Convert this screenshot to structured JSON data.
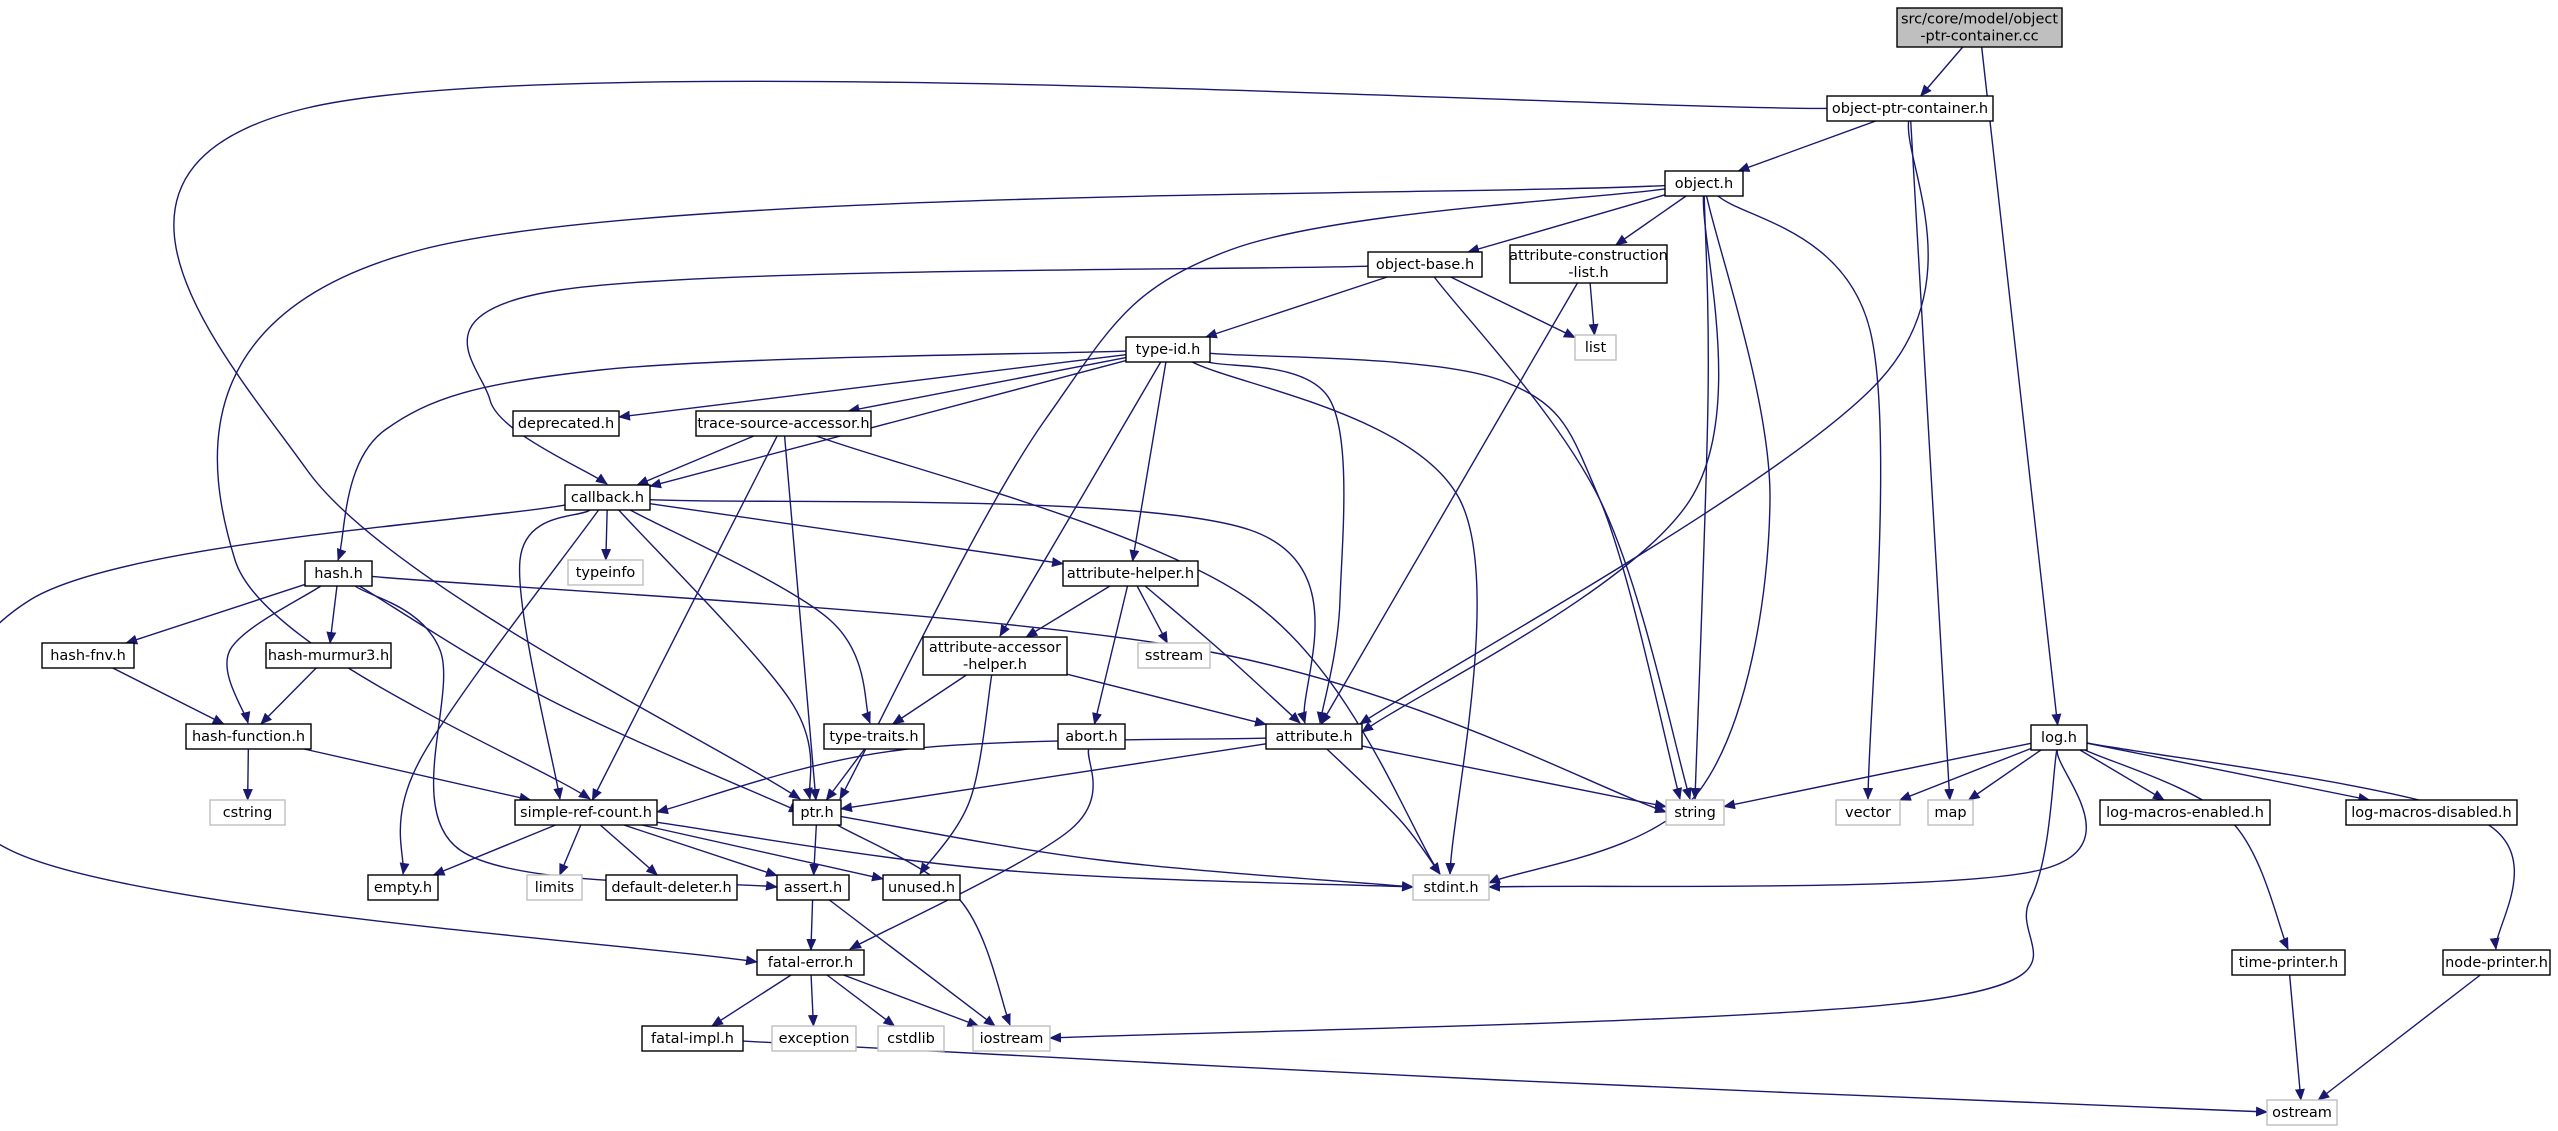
{
  "graph": {
    "nodes": [
      {
        "id": "root",
        "kind": "root",
        "lines": [
          "src/core/model/object",
          "-ptr-container.cc"
        ]
      },
      {
        "id": "opc",
        "kind": "file",
        "lines": [
          "object-ptr-container.h"
        ]
      },
      {
        "id": "log",
        "kind": "file",
        "lines": [
          "log.h"
        ]
      },
      {
        "id": "object",
        "kind": "file",
        "lines": [
          "object.h"
        ]
      },
      {
        "id": "objectbase",
        "kind": "file",
        "lines": [
          "object-base.h"
        ]
      },
      {
        "id": "acl",
        "kind": "file",
        "lines": [
          "attribute-construction",
          "-list.h"
        ]
      },
      {
        "id": "list",
        "kind": "sys",
        "lines": [
          "list"
        ]
      },
      {
        "id": "typeid",
        "kind": "file",
        "lines": [
          "type-id.h"
        ]
      },
      {
        "id": "deprecated",
        "kind": "file",
        "lines": [
          "deprecated.h"
        ]
      },
      {
        "id": "tsa",
        "kind": "file",
        "lines": [
          "trace-source-accessor.h"
        ]
      },
      {
        "id": "callback",
        "kind": "file",
        "lines": [
          "callback.h"
        ]
      },
      {
        "id": "typeinfo",
        "kind": "sys",
        "lines": [
          "typeinfo"
        ]
      },
      {
        "id": "hash",
        "kind": "file",
        "lines": [
          "hash.h"
        ]
      },
      {
        "id": "attrhelper",
        "kind": "file",
        "lines": [
          "attribute-helper.h"
        ]
      },
      {
        "id": "hashfnv",
        "kind": "file",
        "lines": [
          "hash-fnv.h"
        ]
      },
      {
        "id": "hashmurmur",
        "kind": "file",
        "lines": [
          "hash-murmur3.h"
        ]
      },
      {
        "id": "sstream",
        "kind": "sys",
        "lines": [
          "sstream"
        ]
      },
      {
        "id": "aah",
        "kind": "file",
        "lines": [
          "attribute-accessor",
          "-helper.h"
        ]
      },
      {
        "id": "hashfunc",
        "kind": "file",
        "lines": [
          "hash-function.h"
        ]
      },
      {
        "id": "typetraits",
        "kind": "file",
        "lines": [
          "type-traits.h"
        ]
      },
      {
        "id": "abort",
        "kind": "file",
        "lines": [
          "abort.h"
        ]
      },
      {
        "id": "attribute",
        "kind": "file",
        "lines": [
          "attribute.h"
        ]
      },
      {
        "id": "cstring",
        "kind": "sys",
        "lines": [
          "cstring"
        ]
      },
      {
        "id": "src",
        "kind": "file",
        "lines": [
          "simple-ref-count.h"
        ]
      },
      {
        "id": "ptr",
        "kind": "file",
        "lines": [
          "ptr.h"
        ]
      },
      {
        "id": "string",
        "kind": "sys",
        "lines": [
          "string"
        ]
      },
      {
        "id": "vector",
        "kind": "sys",
        "lines": [
          "vector"
        ]
      },
      {
        "id": "map",
        "kind": "sys",
        "lines": [
          "map"
        ]
      },
      {
        "id": "lme",
        "kind": "file",
        "lines": [
          "log-macros-enabled.h"
        ]
      },
      {
        "id": "lmd",
        "kind": "file",
        "lines": [
          "log-macros-disabled.h"
        ]
      },
      {
        "id": "empty",
        "kind": "file",
        "lines": [
          "empty.h"
        ]
      },
      {
        "id": "limits",
        "kind": "sys",
        "lines": [
          "limits"
        ]
      },
      {
        "id": "dd",
        "kind": "file",
        "lines": [
          "default-deleter.h"
        ]
      },
      {
        "id": "assert",
        "kind": "file",
        "lines": [
          "assert.h"
        ]
      },
      {
        "id": "unused",
        "kind": "file",
        "lines": [
          "unused.h"
        ]
      },
      {
        "id": "stdint",
        "kind": "sys",
        "lines": [
          "stdint.h"
        ]
      },
      {
        "id": "fatalerror",
        "kind": "file",
        "lines": [
          "fatal-error.h"
        ]
      },
      {
        "id": "timeprinter",
        "kind": "file",
        "lines": [
          "time-printer.h"
        ]
      },
      {
        "id": "nodeprinter",
        "kind": "file",
        "lines": [
          "node-printer.h"
        ]
      },
      {
        "id": "fatalimpl",
        "kind": "file",
        "lines": [
          "fatal-impl.h"
        ]
      },
      {
        "id": "exception",
        "kind": "sys",
        "lines": [
          "exception"
        ]
      },
      {
        "id": "cstdlib",
        "kind": "sys",
        "lines": [
          "cstdlib"
        ]
      },
      {
        "id": "iostream",
        "kind": "sys",
        "lines": [
          "iostream"
        ]
      },
      {
        "id": "ostream",
        "kind": "sys",
        "lines": [
          "ostream"
        ]
      }
    ],
    "edges": [
      [
        "root",
        "opc"
      ],
      [
        "root",
        "log"
      ],
      [
        "opc",
        "object"
      ],
      [
        "opc",
        "ptr"
      ],
      [
        "opc",
        "attribute"
      ],
      [
        "opc",
        "map"
      ],
      [
        "object",
        "objectbase"
      ],
      [
        "object",
        "acl"
      ],
      [
        "object",
        "ptr"
      ],
      [
        "object",
        "attribute"
      ],
      [
        "object",
        "src"
      ],
      [
        "object",
        "string"
      ],
      [
        "object",
        "vector"
      ],
      [
        "object",
        "stdint"
      ],
      [
        "objectbase",
        "typeid"
      ],
      [
        "objectbase",
        "callback"
      ],
      [
        "objectbase",
        "string"
      ],
      [
        "objectbase",
        "list"
      ],
      [
        "acl",
        "list"
      ],
      [
        "acl",
        "attribute"
      ],
      [
        "typeid",
        "deprecated"
      ],
      [
        "typeid",
        "tsa"
      ],
      [
        "typeid",
        "callback"
      ],
      [
        "typeid",
        "hash"
      ],
      [
        "typeid",
        "attrhelper"
      ],
      [
        "typeid",
        "aah"
      ],
      [
        "typeid",
        "attribute"
      ],
      [
        "typeid",
        "string"
      ],
      [
        "typeid",
        "stdint"
      ],
      [
        "tsa",
        "callback"
      ],
      [
        "tsa",
        "ptr"
      ],
      [
        "tsa",
        "src"
      ],
      [
        "tsa",
        "stdint"
      ],
      [
        "callback",
        "typeinfo"
      ],
      [
        "callback",
        "attrhelper"
      ],
      [
        "callback",
        "typetraits"
      ],
      [
        "callback",
        "attribute"
      ],
      [
        "callback",
        "src"
      ],
      [
        "callback",
        "ptr"
      ],
      [
        "callback",
        "empty"
      ],
      [
        "callback",
        "fatalerror"
      ],
      [
        "hash",
        "hashfnv"
      ],
      [
        "hash",
        "hashmurmur"
      ],
      [
        "hash",
        "hashfunc"
      ],
      [
        "hash",
        "ptr"
      ],
      [
        "hash",
        "assert"
      ],
      [
        "hash",
        "string"
      ],
      [
        "attrhelper",
        "aah"
      ],
      [
        "attrhelper",
        "sstream"
      ],
      [
        "attrhelper",
        "abort"
      ],
      [
        "attrhelper",
        "attribute"
      ],
      [
        "hashfnv",
        "hashfunc"
      ],
      [
        "hashmurmur",
        "hashfunc"
      ],
      [
        "hashfunc",
        "cstring"
      ],
      [
        "hashfunc",
        "src"
      ],
      [
        "aah",
        "typetraits"
      ],
      [
        "aah",
        "attribute"
      ],
      [
        "aah",
        "unused"
      ],
      [
        "typetraits",
        "ptr"
      ],
      [
        "abort",
        "fatalerror"
      ],
      [
        "attribute",
        "src"
      ],
      [
        "attribute",
        "ptr"
      ],
      [
        "attribute",
        "string"
      ],
      [
        "attribute",
        "stdint"
      ],
      [
        "src",
        "empty"
      ],
      [
        "src",
        "limits"
      ],
      [
        "src",
        "dd"
      ],
      [
        "src",
        "assert"
      ],
      [
        "src",
        "unused"
      ],
      [
        "src",
        "stdint"
      ],
      [
        "ptr",
        "assert"
      ],
      [
        "ptr",
        "stdint"
      ],
      [
        "ptr",
        "iostream"
      ],
      [
        "assert",
        "fatalerror"
      ],
      [
        "assert",
        "iostream"
      ],
      [
        "fatalerror",
        "fatalimpl"
      ],
      [
        "fatalerror",
        "exception"
      ],
      [
        "fatalerror",
        "cstdlib"
      ],
      [
        "fatalerror",
        "iostream"
      ],
      [
        "fatalimpl",
        "ostream"
      ],
      [
        "log",
        "string"
      ],
      [
        "log",
        "vector"
      ],
      [
        "log",
        "map"
      ],
      [
        "log",
        "lme"
      ],
      [
        "log",
        "lmd"
      ],
      [
        "log",
        "stdint"
      ],
      [
        "log",
        "iostream"
      ],
      [
        "log",
        "timeprinter"
      ],
      [
        "log",
        "nodeprinter"
      ],
      [
        "timeprinter",
        "ostream"
      ],
      [
        "nodeprinter",
        "ostream"
      ]
    ]
  }
}
